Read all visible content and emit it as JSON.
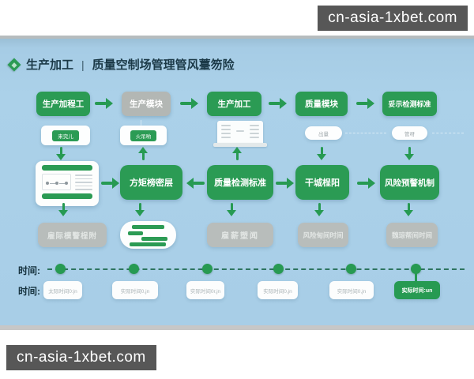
{
  "watermark": {
    "text": "cn-asia-1xbet.com"
  },
  "header": {
    "title_bold": "生产加工",
    "divider": "|",
    "title_rest": "质量空制场管理管风薹笏险"
  },
  "row1": {
    "nodes": [
      {
        "label": "生产加程工",
        "variant": "green"
      },
      {
        "label": "生产模块",
        "variant": "gray"
      },
      {
        "label": "生产加工",
        "variant": "green"
      },
      {
        "label": "质量模块",
        "variant": "green"
      },
      {
        "label": "妥示检测标准",
        "variant": "green"
      }
    ]
  },
  "row2": {
    "card1_tag": "来究儿",
    "card2_tag": "火吊哟",
    "pill_right1": "出量",
    "pill_right2": "管呀"
  },
  "row3": {
    "nodes": [
      {
        "label": "方矩榜密层"
      },
      {
        "label": "质量检测标准"
      },
      {
        "label": "干城桯阳"
      },
      {
        "label": "风险预警机制"
      }
    ]
  },
  "row4": {
    "labels": [
      {
        "label": "雇际模警桯附"
      },
      {
        "label": "雇薪塑闻"
      },
      {
        "label": "风险甸间时间"
      },
      {
        "label": "魏琼帮间时间"
      }
    ]
  },
  "timeline": {
    "axis_label": "时间:",
    "values_label": "时间:",
    "dot_count": 6,
    "pills": [
      {
        "label": "太际时间0:jn",
        "variant": "white"
      },
      {
        "label": "实际时间0,jn",
        "variant": "white"
      },
      {
        "label": "实际时间0r,jn",
        "variant": "white"
      },
      {
        "label": "实际时间0,jn",
        "variant": "white"
      },
      {
        "label": "实际时间0,jn",
        "variant": "white"
      },
      {
        "label": "实际时间:un",
        "variant": "green"
      }
    ]
  },
  "colors": {
    "green": "#2b9b54",
    "gray_node": "#b3b7b4",
    "gray_pill": "#b8bdbb",
    "background_blue": "#a8cee7",
    "watermark_bg": "#575757"
  }
}
